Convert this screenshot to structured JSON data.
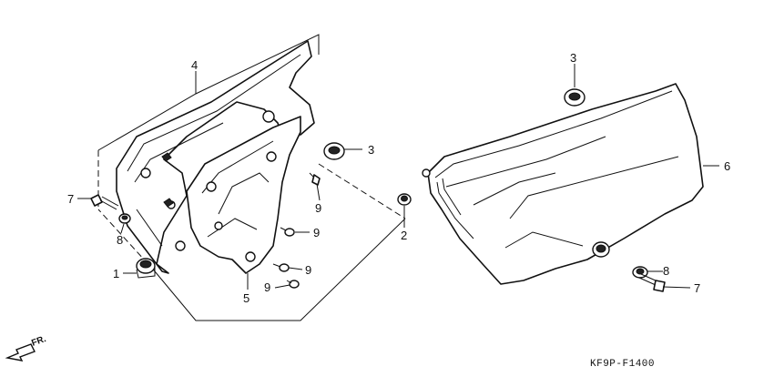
{
  "diagram": {
    "drawing_code": "KF9P-F1400",
    "direction_label": "FR.",
    "callouts": [
      {
        "id": "c4",
        "text": "4"
      },
      {
        "id": "c7a",
        "text": "7"
      },
      {
        "id": "c8a",
        "text": "8"
      },
      {
        "id": "c1",
        "text": "1"
      },
      {
        "id": "c5",
        "text": "5"
      },
      {
        "id": "c3a",
        "text": "3"
      },
      {
        "id": "c9a",
        "text": "9"
      },
      {
        "id": "c9b",
        "text": "9"
      },
      {
        "id": "c9c",
        "text": "9"
      },
      {
        "id": "c9d",
        "text": "9"
      },
      {
        "id": "c2",
        "text": "2"
      },
      {
        "id": "c3b",
        "text": "3"
      },
      {
        "id": "c6",
        "text": "6"
      },
      {
        "id": "c8b",
        "text": "8"
      },
      {
        "id": "c7b",
        "text": "7"
      }
    ]
  }
}
